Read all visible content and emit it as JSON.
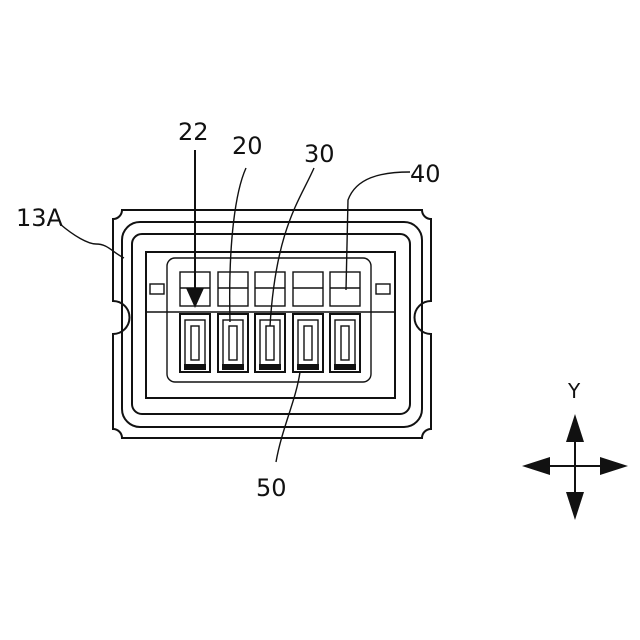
{
  "figure": {
    "reference_labels": {
      "housing": "13A",
      "arrow_indicator": "22",
      "terminal": "20",
      "contact": "30",
      "cap": "40",
      "base": "50"
    },
    "axis": {
      "label": "Y"
    }
  }
}
